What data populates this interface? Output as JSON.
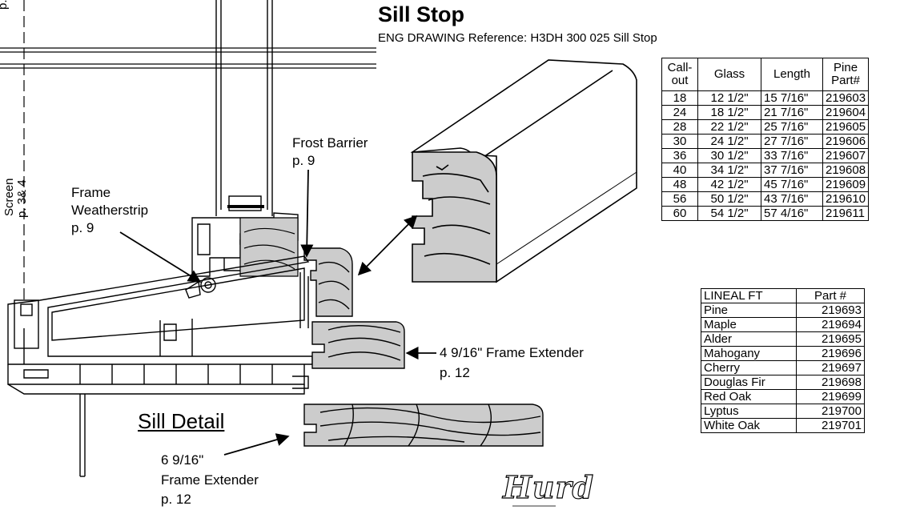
{
  "title": "Sill Stop",
  "subtitle": "ENG DRAWING Reference: H3DH 300 025 Sill Stop",
  "labels": {
    "frost_barrier": "Frost Barrier",
    "frost_barrier_page": "p. 9",
    "frame_weatherstrip_1": "Frame",
    "frame_weatherstrip_2": "Weatherstrip",
    "frame_weatherstrip_page": "p. 9",
    "screen_top": "p.",
    "screen_label": "Screen",
    "screen_page": "p. 3& 4",
    "extender_4": "4 9/16\" Frame Extender",
    "extender_4_page": "p. 12",
    "sill_detail": "Sill Detail",
    "extender_6_1": "6 9/16\"",
    "extender_6_2": "Frame Extender",
    "extender_6_page": "p. 12",
    "logo": "Hurd"
  },
  "callout_table": {
    "headers": [
      "Call-out",
      "Glass",
      "Length",
      "Pine Part#"
    ],
    "rows": [
      [
        "18",
        "12 1/2\"",
        "15 7/16\"",
        "219603"
      ],
      [
        "24",
        "18 1/2\"",
        "21 7/16\"",
        "219604"
      ],
      [
        "28",
        "22 1/2\"",
        "25 7/16\"",
        "219605"
      ],
      [
        "30",
        "24 1/2\"",
        "27 7/16\"",
        "219606"
      ],
      [
        "36",
        "30 1/2\"",
        "33 7/16\"",
        "219607"
      ],
      [
        "40",
        "34 1/2\"",
        "37 7/16\"",
        "219608"
      ],
      [
        "48",
        "42 1/2\"",
        "45 7/16\"",
        "219609"
      ],
      [
        "56",
        "50 1/2\"",
        "43 7/16\"",
        "219610"
      ],
      [
        "60",
        "54 1/2\"",
        "57 4/16\"",
        "219611"
      ]
    ]
  },
  "lineal_table": {
    "headers": [
      "LINEAL FT",
      "Part #"
    ],
    "rows": [
      [
        "Pine",
        "219693"
      ],
      [
        "Maple",
        "219694"
      ],
      [
        "Alder",
        "219695"
      ],
      [
        "Mahogany",
        "219696"
      ],
      [
        "Cherry",
        "219697"
      ],
      [
        "Douglas Fir",
        "219698"
      ],
      [
        "Red Oak",
        "219699"
      ],
      [
        "Lyptus",
        "219700"
      ],
      [
        "White Oak",
        "219701"
      ]
    ]
  },
  "colors": {
    "wood": "#cccccc",
    "line": "#000000",
    "background": "#ffffff"
  }
}
